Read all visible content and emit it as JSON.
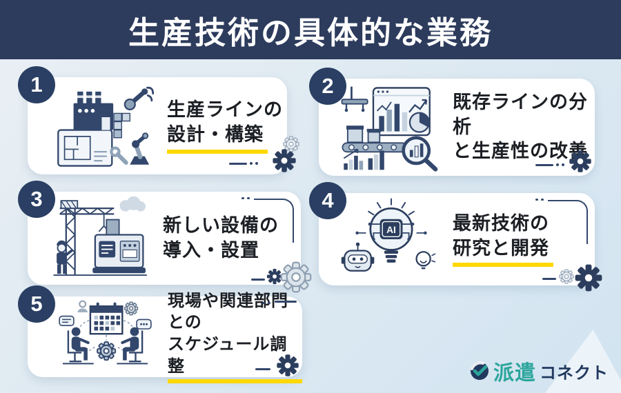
{
  "header": {
    "title": "生産技術の具体的な業務"
  },
  "cards": [
    {
      "number": "1",
      "line1": "生産ラインの",
      "line2": "設計・構築",
      "underlined": true,
      "icon": "factory-robot-arm-blueprint-illustration"
    },
    {
      "number": "2",
      "line1": "既存ラインの分析",
      "line2": "と生産性の改善",
      "underlined": false,
      "icon": "conveyor-analytics-magnifier-illustration"
    },
    {
      "number": "3",
      "line1": "新しい設備の",
      "line2": "導入・設置",
      "underlined": false,
      "icon": "crane-machinery-installation-illustration"
    },
    {
      "number": "4",
      "line1": "最新技術の",
      "line2": "研究と開発",
      "underlined": true,
      "chip_label": "AI",
      "icon": "ai-lightbulb-robot-illustration"
    },
    {
      "number": "5",
      "line1": "現場や関連部門との",
      "line2": "スケジュール調整",
      "underlined": true,
      "icon": "meeting-calendar-gear-illustration"
    }
  ],
  "footer": {
    "logo_icon": "haken-connect-logo-icon",
    "brand_primary": "派遣",
    "brand_secondary": "コネクト"
  },
  "colors": {
    "header_navy": "#2d3b5c",
    "badge_navy": "#2a3f63",
    "illustration_navy": "#33476c",
    "underline_yellow": "#ffd800",
    "background_top": "#eaeff4",
    "background_bottom": "#d2e4f1",
    "card_bg": "#ffffff",
    "gear_gray": "#c3cfda",
    "brand_teal": "#2ca59c",
    "brand_navy": "#21395e",
    "text_black": "#1b1e23"
  }
}
